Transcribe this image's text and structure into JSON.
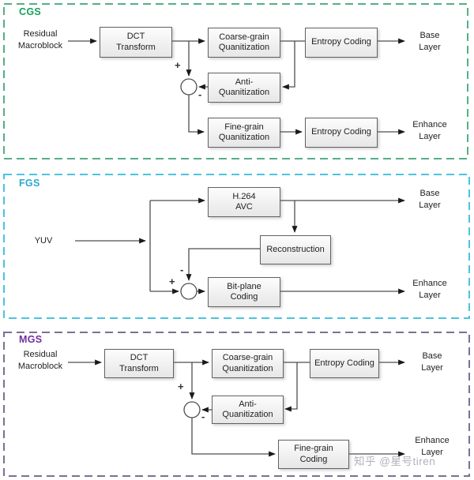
{
  "watermark": "知乎 @星号tiren",
  "cgs": {
    "title": "CGS",
    "accent": "#16a05c",
    "border": "#55af85",
    "input": "Residual\nMacroblock",
    "boxes": {
      "dct": "DCT\nTransform",
      "coarse": "Coarse-grain\nQuanitization",
      "entropy_top": "Entropy Coding",
      "anti": "Anti-\nQuanitization",
      "fine": "Fine-grain\nQuanitization",
      "entropy_bottom": "Entropy Coding"
    },
    "outputs": {
      "base": "Base\nLayer",
      "enhance": "Enhance\nLayer"
    },
    "signs": {
      "plus": "+",
      "minus": "-"
    }
  },
  "fgs": {
    "title": "FGS",
    "accent": "#2ba6d0",
    "border": "#4cc3e0",
    "input": "YUV",
    "boxes": {
      "h264": "H.264\nAVC",
      "reconstruction": "Reconstruction",
      "bitplane": "Bit-plane\nCoding"
    },
    "outputs": {
      "base": "Base\nLayer",
      "enhance": "Enhance\nLayer"
    },
    "signs": {
      "plus": "+",
      "minus": "-"
    }
  },
  "mgs": {
    "title": "MGS",
    "accent": "#7030a0",
    "border": "#7d6f94",
    "input": "Residual\nMacroblock",
    "boxes": {
      "dct": "DCT\nTransform",
      "coarse": "Coarse-grain\nQuanitization",
      "entropy": "Entropy Coding",
      "anti": "Anti-\nQuanitization",
      "fine": "Fine-grain\nCoding"
    },
    "outputs": {
      "base": "Base\nLayer",
      "enhance": "Enhance\nLayer"
    },
    "signs": {
      "plus": "+",
      "minus": "-"
    }
  }
}
